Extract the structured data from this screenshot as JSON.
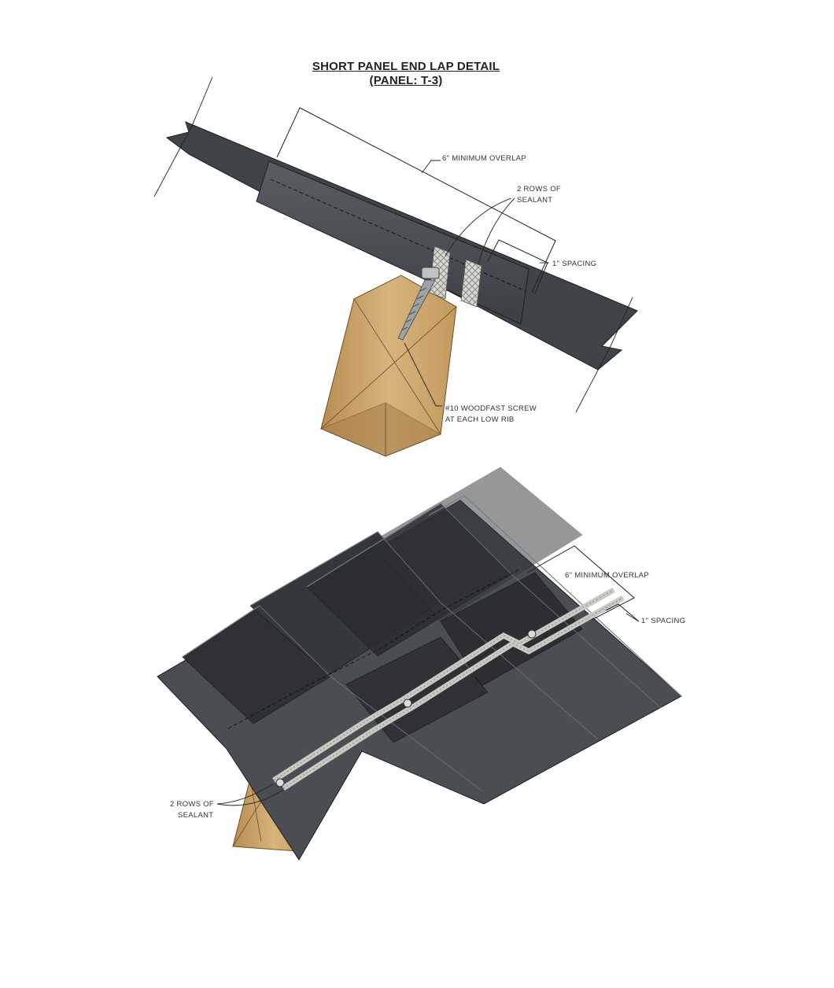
{
  "title": {
    "line1": "SHORT PANEL END LAP DETAIL",
    "line2": "(PANEL: T-3)"
  },
  "top_detail": {
    "overlap_label": "6\" MINIMUM OVERLAP",
    "sealant_label_line1": "2 ROWS OF",
    "sealant_label_line2": "SEALANT",
    "spacing_label": "1\" SPACING",
    "screw_label_line1": "#10 WOODFAST SCREW",
    "screw_label_line2": "AT EACH LOW RIB"
  },
  "bottom_detail": {
    "overlap_label": "6\" MINIMUM OVERLAP",
    "spacing_label": "1\" SPACING",
    "sealant_label_line1": "2 ROWS OF",
    "sealant_label_line2": "SEALANT"
  },
  "colors": {
    "panel": "#4a4d52",
    "panel_dark": "#2f3135",
    "panel_light": "#5c6066",
    "wood": "#c9a46a",
    "wood_dark": "#a8814a",
    "sealant": "#c9c9c4"
  }
}
